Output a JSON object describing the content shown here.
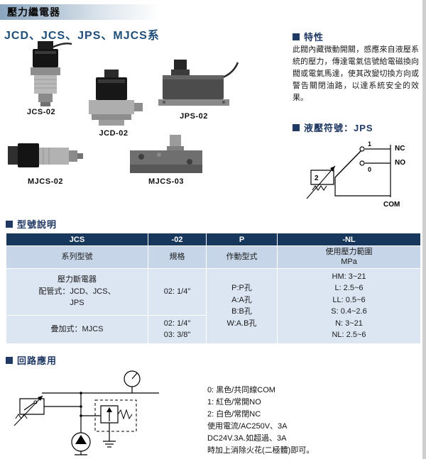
{
  "colors": {
    "navy_header": "#17375d",
    "section_heading": "#1f3864",
    "series_title": "#1f4e79",
    "table_subheader_bg": "#c6d5e8",
    "table_body_bg": "#dce6f3",
    "title_bar_gradient_start": "#8aa5bf"
  },
  "page": {
    "title": "壓力繼電器",
    "series_title": "JCD、JCS、JPS、MJCS系"
  },
  "products": [
    {
      "label": "JCS-02"
    },
    {
      "label": "JPS-02"
    },
    {
      "label": "JCD-02"
    },
    {
      "label": "MJCS-02"
    },
    {
      "label": "MJCS-03"
    }
  ],
  "features": {
    "heading": "特性",
    "body": "此閥內藏微動開關，感應來自液壓系統的壓力，傳達電氣信號給電磁換向閥或電氣馬達，使其改變切換方向或警告關閉油路，以達系統安全的效果。"
  },
  "symbol": {
    "heading": "液壓符號：JPS",
    "nc": "NC",
    "no": "NO",
    "com": "COM",
    "pos2": "2",
    "pos1": "1",
    "pos0": "0"
  },
  "model_section": {
    "heading": "型號說明",
    "table": {
      "header": [
        "JCS",
        "-02",
        "P",
        "-NL"
      ],
      "subheader": [
        "系列型號",
        "規格",
        "作動型式",
        "使用壓力範圍\nMPa"
      ],
      "rows": [
        {
          "series": "壓力斷電器\n配管式：JCD、JCS、\nJPS",
          "spec": "02: 1/4\""
        },
        {
          "series": "疊加式：MJCS",
          "spec": "02: 1/4\"\n03: 3/8\""
        }
      ],
      "action_type": "P:P孔\nA:A孔\nB:B孔\nW:A.B孔",
      "pressure_range": "HM: 3~21\nL: 2.5~6\nLL: 0.5~6\nS: 0.4~2.6\nN: 3~21\nNL: 2.5~6"
    }
  },
  "circuit": {
    "heading": "回路應用",
    "notes": [
      "0: 黑色/共同線COM",
      "1: 紅色/常開NO",
      "2: 白色/常閉NC",
      "使用電流/AC250V、3A",
      "DC24V.3A.如超過、3A",
      "時加上消除火花(二極體)即可。"
    ]
  }
}
